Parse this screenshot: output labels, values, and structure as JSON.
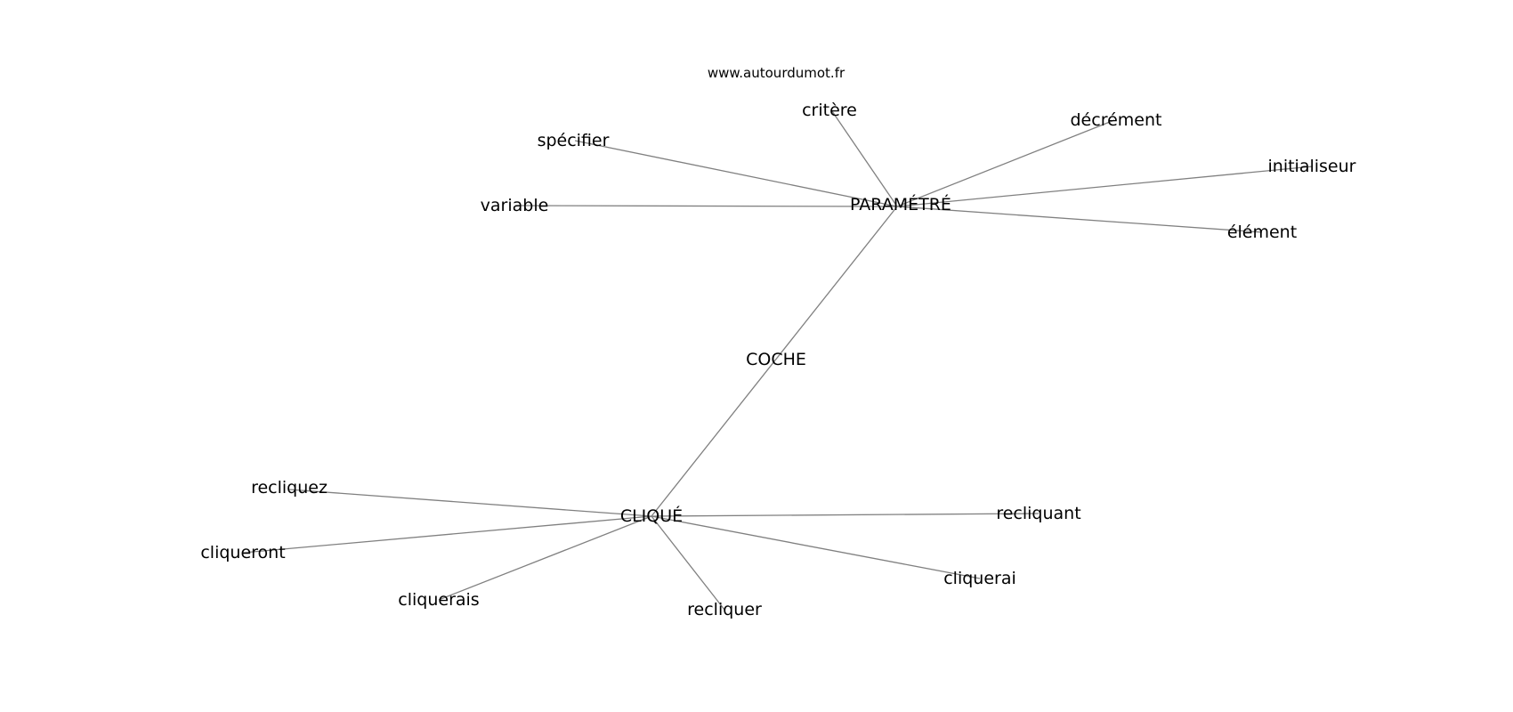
{
  "watermark": "www.autourdumot.fr",
  "colors": {
    "edge": "#808080",
    "text": "#000000",
    "background": "#ffffff"
  },
  "center": "COCHE",
  "nodes": [
    {
      "id": "coche",
      "label": "COCHE"
    },
    {
      "id": "parametre",
      "label": "PARAMÉTRÉ"
    },
    {
      "id": "clique",
      "label": "CLIQUÉ"
    },
    {
      "id": "critere",
      "label": "critère"
    },
    {
      "id": "decrement",
      "label": "décrément"
    },
    {
      "id": "specifier",
      "label": "spécifier"
    },
    {
      "id": "initialiseur",
      "label": "initialiseur"
    },
    {
      "id": "variable",
      "label": "variable"
    },
    {
      "id": "element",
      "label": "élément"
    },
    {
      "id": "recliquez",
      "label": "recliquez"
    },
    {
      "id": "recliquant",
      "label": "recliquant"
    },
    {
      "id": "cliqueront",
      "label": "cliqueront"
    },
    {
      "id": "cliquerai",
      "label": "cliquerai"
    },
    {
      "id": "cliquerais",
      "label": "cliquerais"
    },
    {
      "id": "recliquer",
      "label": "recliquer"
    }
  ],
  "edges": [
    [
      "parametre",
      "clique"
    ],
    [
      "parametre",
      "critere"
    ],
    [
      "parametre",
      "decrement"
    ],
    [
      "parametre",
      "specifier"
    ],
    [
      "parametre",
      "initialiseur"
    ],
    [
      "parametre",
      "variable"
    ],
    [
      "parametre",
      "element"
    ],
    [
      "clique",
      "recliquez"
    ],
    [
      "clique",
      "recliquant"
    ],
    [
      "clique",
      "cliqueront"
    ],
    [
      "clique",
      "cliquerai"
    ],
    [
      "clique",
      "cliquerais"
    ],
    [
      "clique",
      "recliquer"
    ]
  ]
}
